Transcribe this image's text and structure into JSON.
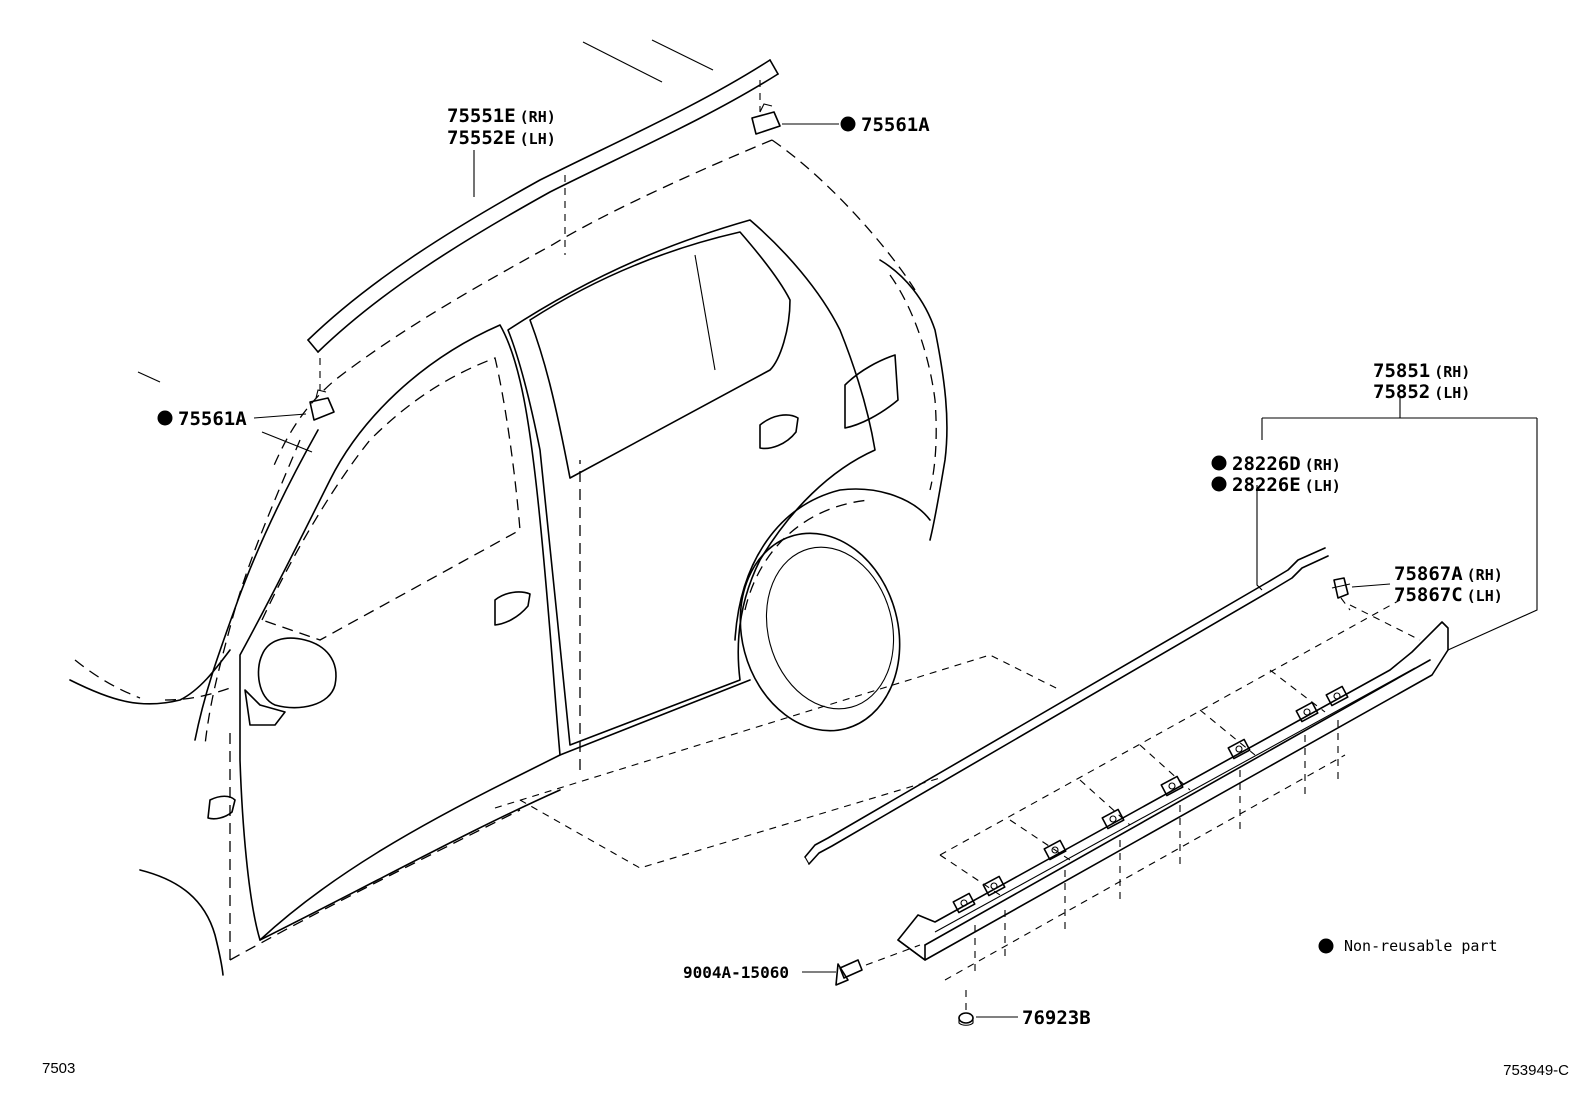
{
  "callouts": {
    "roof_molding_rh": {
      "number": "75551E",
      "side": "(RH)"
    },
    "roof_molding_lh": {
      "number": "75552E",
      "side": "(LH)"
    },
    "clip_upper": {
      "number": "75561A"
    },
    "clip_left": {
      "number": "75561A"
    },
    "rocker_molding_rh": {
      "number": "75851",
      "side": "(RH)"
    },
    "rocker_molding_lh": {
      "number": "75852",
      "side": "(LH)"
    },
    "tape_rh": {
      "number": "28226D",
      "side": "(RH)"
    },
    "tape_lh": {
      "number": "28226E",
      "side": "(LH)"
    },
    "clip_rocker_rh": {
      "number": "75867A",
      "side": "(RH)"
    },
    "clip_rocker_lh": {
      "number": "75867C",
      "side": "(LH)"
    },
    "screw": {
      "number": "9004A-15060"
    },
    "plug": {
      "number": "76923B"
    }
  },
  "legend": {
    "text": "Non-reusable part"
  },
  "footer": {
    "left_code": "7503",
    "right_code": "753949-C"
  }
}
